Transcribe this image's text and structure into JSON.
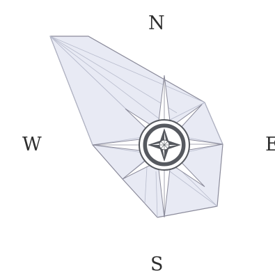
{
  "compass": {
    "north_label": "N",
    "south_label": "S",
    "west_label": "W",
    "east_label": "E"
  },
  "colors": {
    "outline": "#8a8a9a",
    "fill": "#e8eaf4",
    "ray": "#b8bccd",
    "rose_dark": "#56595f",
    "rose_light": "#ffffff",
    "text": "#2e2e2e"
  }
}
